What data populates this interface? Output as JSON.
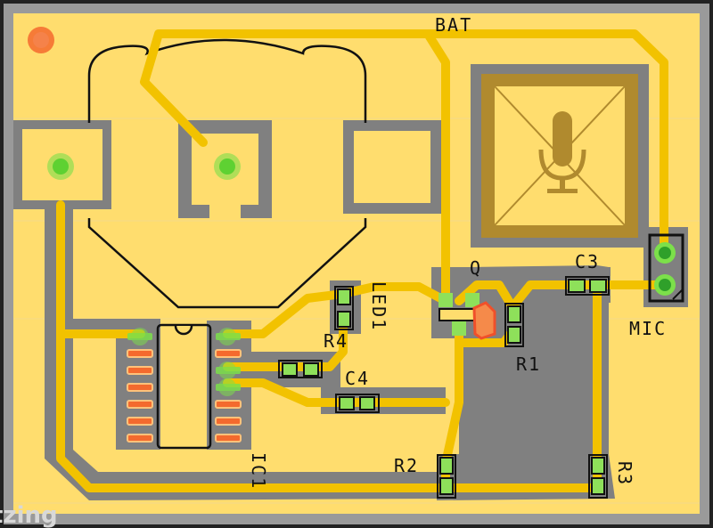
{
  "board": {
    "watermark": "fritzing",
    "colors": {
      "board": "#FFDD6E",
      "ground": "#808080",
      "trace": "#F2C200",
      "pad": "#7CE04A",
      "smd": "#F46A2E",
      "frame": "#9A9A9A",
      "mic": "#B08A2E"
    }
  },
  "labels": {
    "bat": "BAT",
    "q": "Q",
    "c3": "C3",
    "mic": "MIC",
    "r1": "R1",
    "r2": "R2",
    "r3": "R3",
    "r4": "R4",
    "c4": "C4",
    "led1": "LED1",
    "ic1": "IC1"
  },
  "icons": {
    "microphone": "microphone-icon"
  }
}
